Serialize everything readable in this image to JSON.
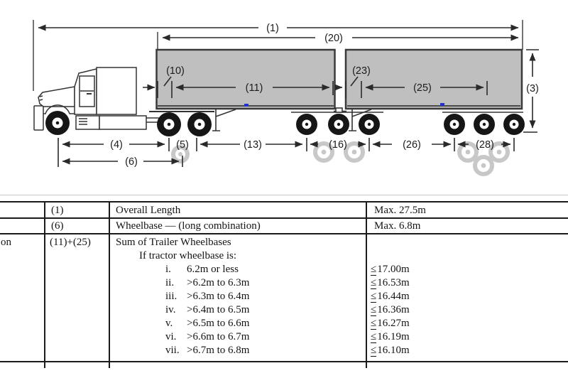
{
  "diagram": {
    "labels": {
      "overall_length": "(1)",
      "trailers_overall_length": "(20)",
      "height": "(3)",
      "kingpin_setback_trailer1": "(10)",
      "trailer1_wheelbase": "(11)",
      "kingpin_setback_trailer2": "(23)",
      "trailer2_wheelbase": "(25)",
      "front_axle_to_drive_axle": "(4)",
      "drive_tandem_spread": "(5)",
      "tractor_wheelbase": "(6)",
      "drive_to_trailer1_axle": "(13)",
      "trailer1_triaxle_spread": "(16)",
      "trailer1_to_trailer2_axle": "(26)",
      "trailer2_triaxle_spread": "(28)"
    },
    "colors": {
      "trailer_fill": "#bfbfbf",
      "line": "#2a2a2a",
      "ghost": "#c8c8c8",
      "blue_marker": "#2233cc"
    }
  },
  "table": {
    "left_fragment": "on",
    "rows": [
      {
        "ref": "(1)",
        "description": "Overall Length",
        "limit": "Max. 27.5m"
      },
      {
        "ref": "(6)",
        "description": "Wheelbase — (long combination)",
        "limit": "Max. 6.8m"
      },
      {
        "ref": "(11)+(25)",
        "description": "Sum of Trailer Wheelbases",
        "sub_heading": "If tractor wheelbase is:",
        "cases": [
          {
            "numeral": "i.",
            "condition": "6.2m or less",
            "symbol": "≤",
            "limit": "17.00m"
          },
          {
            "numeral": "ii.",
            "condition": ">6.2m to 6.3m",
            "symbol": "≤",
            "limit": "16.53m"
          },
          {
            "numeral": "iii.",
            "condition": ">6.3m to 6.4m",
            "symbol": "≤",
            "limit": "16.44m"
          },
          {
            "numeral": "iv.",
            "condition": ">6.4m to 6.5m",
            "symbol": "≤",
            "limit": "16.36m"
          },
          {
            "numeral": "v.",
            "condition": ">6.5m to 6.6m",
            "symbol": "≤",
            "limit": "16.27m"
          },
          {
            "numeral": "vi.",
            "condition": ">6.6m to 6.7m",
            "symbol": "≤",
            "limit": "16.19m"
          },
          {
            "numeral": "vii.",
            "condition": ">6.7m to 6.8m",
            "symbol": "≤",
            "limit": "16.10m"
          }
        ]
      }
    ]
  }
}
